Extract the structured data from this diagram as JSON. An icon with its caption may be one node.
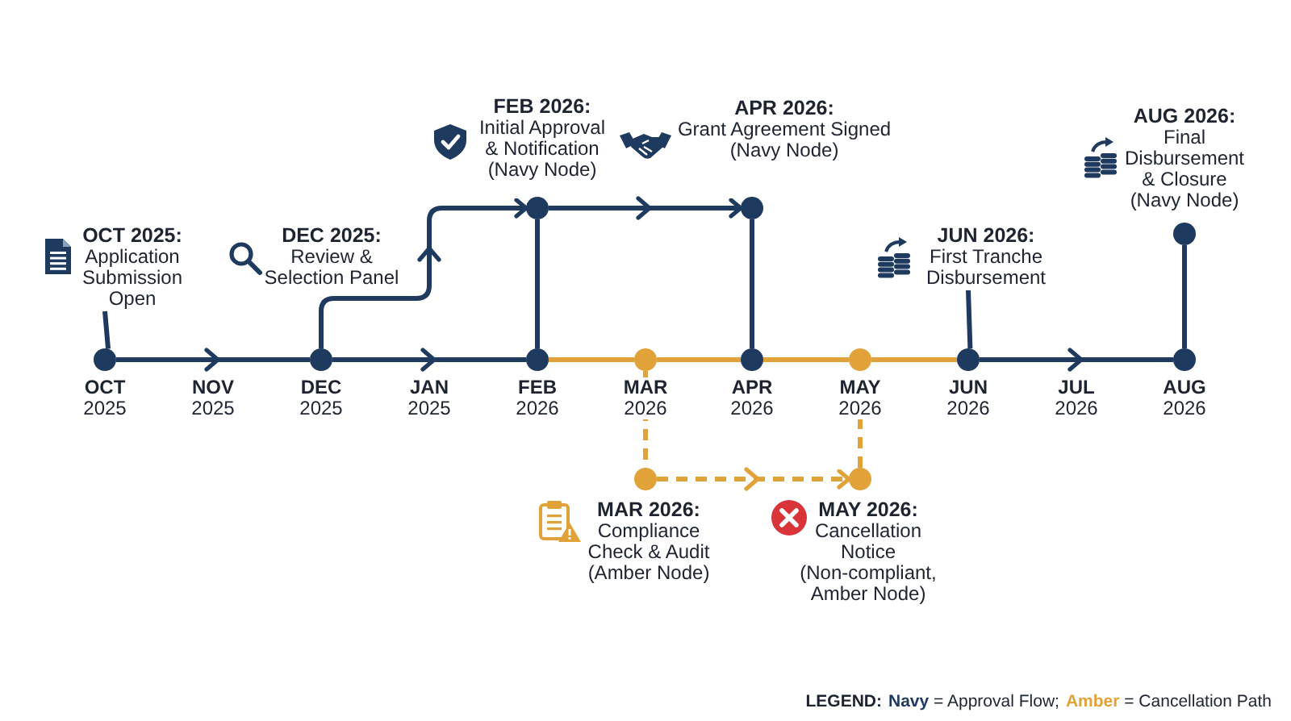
{
  "diagram": {
    "nodes": [
      {
        "text": [
          "OCT 2025:",
          "Application Submission Open"
        ]
      },
      {
        "text": [],
        "shape": "circle",
        "beside": [
          "OCT",
          "2025"
        ]
      },
      {
        "text": [],
        "shape": "circle",
        "beside": [
          "DEC 2025:",
          "Review & Selection Panel",
          "DEC",
          "2025"
        ]
      },
      {
        "text": [],
        "shape": "circle",
        "beside": [
          "FEB 2026:",
          "Initial Approval & Notification (Navy Node)"
        ]
      },
      {
        "text": [],
        "shape": "circle",
        "beside": [
          "FEB",
          "2026"
        ]
      },
      {
        "text": [],
        "shape": "circle",
        "beside": [
          "MAR",
          "2026"
        ]
      },
      {
        "text": [],
        "shape": "circle",
        "beside": [
          "APR 2026:",
          "Grant Agreement Signed (Navy Node)"
        ]
      },
      {
        "text": [],
        "shape": "circle",
        "beside": [
          "APR",
          "2026"
        ]
      },
      {
        "text": [],
        "shape": "circle",
        "beside": [
          "MAY",
          "2026"
        ]
      },
      {
        "text": [
          "JUN 2026:",
          "First Tranche Disbursement"
        ]
      },
      {
        "text": [],
        "shape": "circle",
        "beside": [
          "JUN",
          "2026"
        ]
      },
      {
        "text": [],
        "shape": "circle",
        "beside": [
          "AUG 2026:",
          "Final Disbursement & Closure (Navy Node)"
        ]
      },
      {
        "text": [],
        "shape": "circle",
        "beside": [
          "AUG",
          "2026"
        ]
      },
      {
        "text": [],
        "shape": "circle",
        "beside": [
          "MAR 2026:",
          "Compliance Check & Audit (Amber Node)"
        ]
      },
      {
        "text": [],
        "shape": "circle",
        "beside": [
          "MAY 2026:",
          "Cancellation Notice (Non-compliant, Amber Node)"
        ]
      }
    ],
    "edges": [
      {
        "from": 1,
        "to": 0,
        "arrow": "none"
      },
      {
        "from": 1,
        "to": 2,
        "arrow": "to"
      },
      {
        "from": 2,
        "to": 3,
        "arrow": "to"
      },
      {
        "from": 2,
        "to": 4,
        "arrow": "to"
      },
      {
        "from": 3,
        "to": 4,
        "arrow": "none"
      },
      {
        "from": 3,
        "to": 6,
        "arrow": "to"
      },
      {
        "from": 4,
        "to": 5,
        "arrow": "none",
        "color": "#e2a23a"
      },
      {
        "from": 5,
        "to": 7,
        "arrow": "none",
        "color": "#e2a23a"
      },
      {
        "from": 7,
        "to": 8,
        "arrow": "none",
        "color": "#e2a23a"
      },
      {
        "from": 8,
        "to": 10,
        "arrow": "none",
        "color": "#e2a23a"
      },
      {
        "from": 6,
        "to": 7,
        "arrow": "none"
      },
      {
        "from": 10,
        "to": 9,
        "arrow": "none"
      },
      {
        "from": 10,
        "to": 12,
        "arrow": "to"
      },
      {
        "from": 12,
        "to": 11,
        "arrow": "none"
      },
      {
        "from": 5,
        "to": 13,
        "arrow": "none",
        "style": "dashed",
        "color": "#e2a23a"
      },
      {
        "from": 13,
        "to": 14,
        "arrow": "to",
        "style": "dashed",
        "color": "#e2a23a"
      },
      {
        "from": 14,
        "to": 8,
        "arrow": "none",
        "style": "dashed",
        "color": "#e2a23a"
      }
    ],
    "labels": [
      "NOV",
      "2025",
      "JAN",
      "2025",
      "JUL",
      "2026",
      "LEGEND:"
    ],
    "legend": [
      {
        "text": "**Navy** = Approval Flow;",
        "color": "#1f3a5f"
      },
      {
        "text": "**Amber** = Cancellation Path",
        "color": "#e2a23a"
      }
    ]
  }
}
